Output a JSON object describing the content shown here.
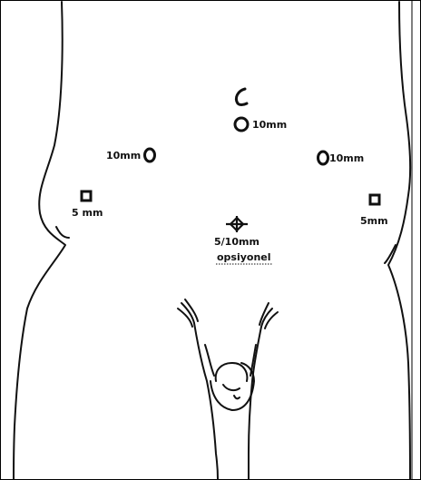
{
  "diagram": {
    "ports": [
      {
        "id": "umbilical",
        "label": "10mm"
      },
      {
        "id": "left-upper",
        "label": "10mm"
      },
      {
        "id": "right-upper",
        "label": "10mm"
      },
      {
        "id": "left-lower",
        "label": "5 mm"
      },
      {
        "id": "right-lower",
        "label": "5mm"
      },
      {
        "id": "suprapubic",
        "label": "5/10mm",
        "note": "opsiyonel"
      }
    ],
    "colors": {
      "line": "#111111",
      "frame": "#000000",
      "background": "#ffffff"
    }
  }
}
